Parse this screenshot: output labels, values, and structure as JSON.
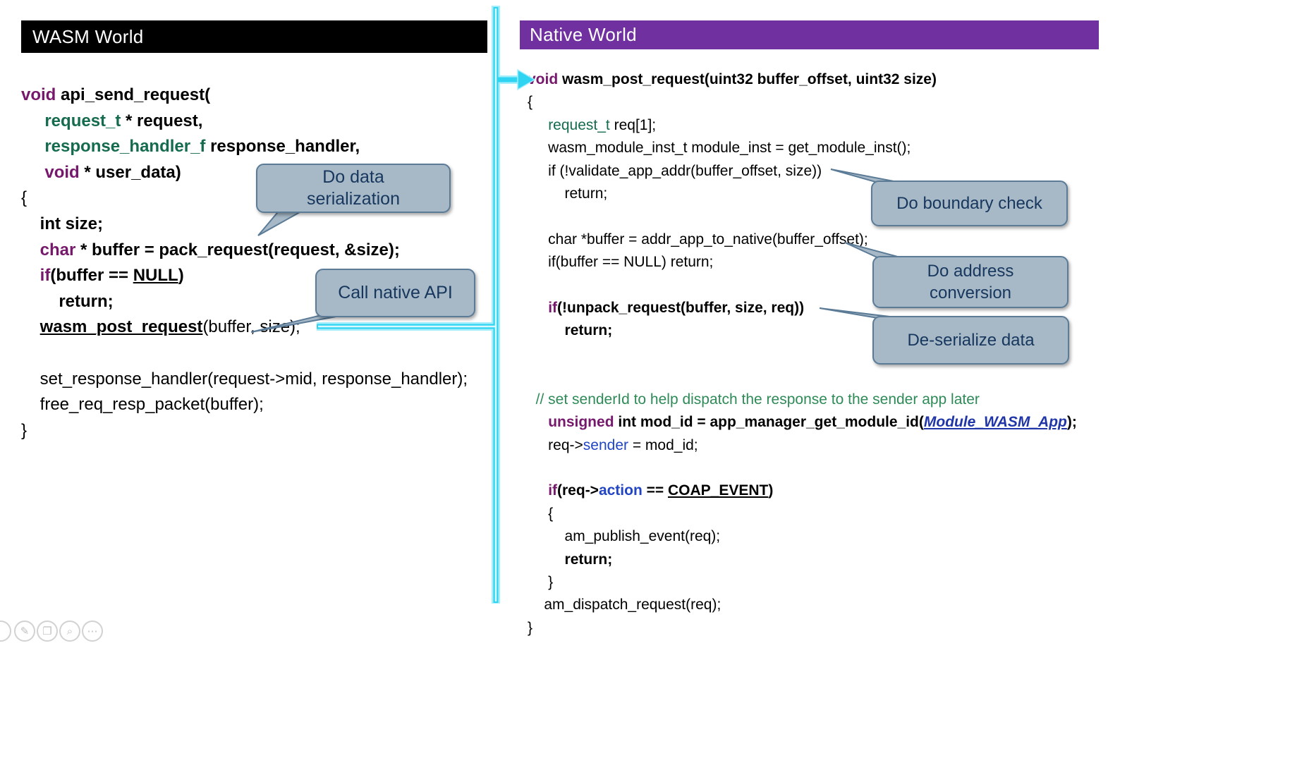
{
  "left_panel": {
    "header": "WASM World",
    "code_lines": [
      {
        "segs": [
          {
            "t": "void ",
            "c": "kw"
          },
          {
            "t": "api_send_request(",
            "c": "b"
          }
        ]
      },
      {
        "segs": [
          {
            "t": "     ",
            "c": "p"
          },
          {
            "t": "request_t ",
            "c": "tb"
          },
          {
            "t": "* request,",
            "c": "b"
          }
        ]
      },
      {
        "segs": [
          {
            "t": "     ",
            "c": "p"
          },
          {
            "t": "response_handler_f ",
            "c": "tb"
          },
          {
            "t": "response_handler,",
            "c": "b"
          }
        ]
      },
      {
        "segs": [
          {
            "t": "     ",
            "c": "p"
          },
          {
            "t": "void ",
            "c": "kw"
          },
          {
            "t": "* user_data)",
            "c": "b"
          }
        ]
      },
      {
        "segs": [
          {
            "t": "{",
            "c": "p"
          }
        ]
      },
      {
        "segs": [
          {
            "t": "    ",
            "c": "p"
          },
          {
            "t": "int size;",
            "c": "b"
          }
        ]
      },
      {
        "segs": [
          {
            "t": "    ",
            "c": "p"
          },
          {
            "t": "char ",
            "c": "kw"
          },
          {
            "t": "* buffer = pack_request(request, &size);",
            "c": "b"
          }
        ]
      },
      {
        "segs": [
          {
            "t": "    ",
            "c": "p"
          },
          {
            "t": "if",
            "c": "kw"
          },
          {
            "t": "(buffer == ",
            "c": "b"
          },
          {
            "t": "NULL",
            "c": "ub"
          },
          {
            "t": ")",
            "c": "b"
          }
        ]
      },
      {
        "segs": [
          {
            "t": "        ",
            "c": "p"
          },
          {
            "t": "return;",
            "c": "b"
          }
        ]
      },
      {
        "segs": [
          {
            "t": "    ",
            "c": "p"
          },
          {
            "t": "wasm_post_request",
            "c": "ub"
          },
          {
            "t": "(buffer, size);",
            "c": "p"
          }
        ]
      },
      {
        "segs": []
      },
      {
        "segs": [
          {
            "t": "    set_response_handler(request->mid, response_handler);",
            "c": "p"
          }
        ]
      },
      {
        "segs": [
          {
            "t": "    free_req_resp_packet(buffer);",
            "c": "p"
          }
        ]
      },
      {
        "segs": [
          {
            "t": "}",
            "c": "p"
          }
        ]
      }
    ]
  },
  "right_panel": {
    "header": "Native World",
    "code_lines": [
      {
        "segs": [
          {
            "t": "void ",
            "c": "kw"
          },
          {
            "t": "wasm_post_request(uint32 buffer_offset, uint32 size)",
            "c": "b"
          }
        ]
      },
      {
        "segs": [
          {
            "t": "{",
            "c": "p"
          }
        ]
      },
      {
        "segs": [
          {
            "t": "     ",
            "c": "p"
          },
          {
            "t": "request_t ",
            "c": "t"
          },
          {
            "t": "req[1];",
            "c": "p"
          }
        ]
      },
      {
        "segs": [
          {
            "t": "     wasm_module_inst_t module_inst = get_module_inst();",
            "c": "p"
          }
        ]
      },
      {
        "segs": [
          {
            "t": "     if (!validate_app_addr(buffer_offset, size))",
            "c": "p"
          }
        ]
      },
      {
        "segs": [
          {
            "t": "         return;",
            "c": "p"
          }
        ]
      },
      {
        "segs": []
      },
      {
        "segs": [
          {
            "t": "     char *buffer = addr_app_to_native(buffer_offset);",
            "c": "p"
          }
        ]
      },
      {
        "segs": [
          {
            "t": "     if(buffer == NULL) return;",
            "c": "p"
          }
        ]
      },
      {
        "segs": []
      },
      {
        "segs": [
          {
            "t": "     ",
            "c": "p"
          },
          {
            "t": "if",
            "c": "kw"
          },
          {
            "t": "(!unpack_request(buffer, size, req))",
            "c": "b"
          }
        ]
      },
      {
        "segs": [
          {
            "t": "         ",
            "c": "p"
          },
          {
            "t": "return;",
            "c": "b"
          }
        ]
      },
      {
        "segs": []
      },
      {
        "segs": []
      },
      {
        "segs": [
          {
            "t": "  ",
            "c": "p"
          },
          {
            "t": "// set senderId to help dispatch the response to the sender app later",
            "c": "c"
          }
        ]
      },
      {
        "segs": [
          {
            "t": "     ",
            "c": "p"
          },
          {
            "t": "unsigned ",
            "c": "kw"
          },
          {
            "t": "int mod_id = app_manager_get_module_id(",
            "c": "b"
          },
          {
            "t": "Module_WASM_App",
            "c": "mod"
          },
          {
            "t": ");",
            "c": "b"
          }
        ]
      },
      {
        "segs": [
          {
            "t": "     req->",
            "c": "p"
          },
          {
            "t": "sender",
            "c": "bl"
          },
          {
            "t": " = mod_id;",
            "c": "p"
          }
        ]
      },
      {
        "segs": []
      },
      {
        "segs": [
          {
            "t": "     ",
            "c": "p"
          },
          {
            "t": "if",
            "c": "kw"
          },
          {
            "t": "(req->",
            "c": "b"
          },
          {
            "t": "action",
            "c": "blb"
          },
          {
            "t": " == ",
            "c": "b"
          },
          {
            "t": "COAP_EVENT",
            "c": "ub"
          },
          {
            "t": ")",
            "c": "b"
          }
        ]
      },
      {
        "segs": [
          {
            "t": "     {",
            "c": "p"
          }
        ]
      },
      {
        "segs": [
          {
            "t": "         am_publish_event(req);",
            "c": "p"
          }
        ]
      },
      {
        "segs": [
          {
            "t": "         ",
            "c": "p"
          },
          {
            "t": "return;",
            "c": "b"
          }
        ]
      },
      {
        "segs": [
          {
            "t": "     }",
            "c": "p"
          }
        ]
      },
      {
        "segs": [
          {
            "t": "    am_dispatch_request(req);",
            "c": "p"
          }
        ]
      },
      {
        "segs": [
          {
            "t": "}",
            "c": "p"
          }
        ]
      }
    ]
  },
  "callouts": [
    {
      "id": "serialization",
      "lines": [
        "Do data",
        "serialization"
      ]
    },
    {
      "id": "call-native-api",
      "lines": [
        "Call native API"
      ]
    },
    {
      "id": "boundary-check",
      "lines": [
        "Do boundary check"
      ]
    },
    {
      "id": "address-conversion",
      "lines": [
        "Do address",
        "conversion"
      ]
    },
    {
      "id": "deserialize",
      "lines": [
        "De-serialize data"
      ]
    }
  ],
  "toolbar": {
    "icons": [
      {
        "name": "previous-slide",
        "glyph": ""
      },
      {
        "name": "pen-tool",
        "glyph": "✎"
      },
      {
        "name": "all-slides",
        "glyph": "❐"
      },
      {
        "name": "zoom",
        "glyph": "⌕"
      },
      {
        "name": "more-options",
        "glyph": "⋯"
      }
    ]
  },
  "colors": {
    "header_left_bg": "#000000",
    "header_right_bg": "#7030a0",
    "keyword_maroon": "#76186b",
    "type_green": "#156b4f",
    "comment_green": "#2e8b57",
    "identifier_blue": "#2145c4",
    "module_blue": "#2036a8",
    "arrow_cyan": "#2fd4f2",
    "bubble_fill": "#a7b9c7",
    "bubble_border": "#5b7b97",
    "bubble_text": "#17375e"
  }
}
